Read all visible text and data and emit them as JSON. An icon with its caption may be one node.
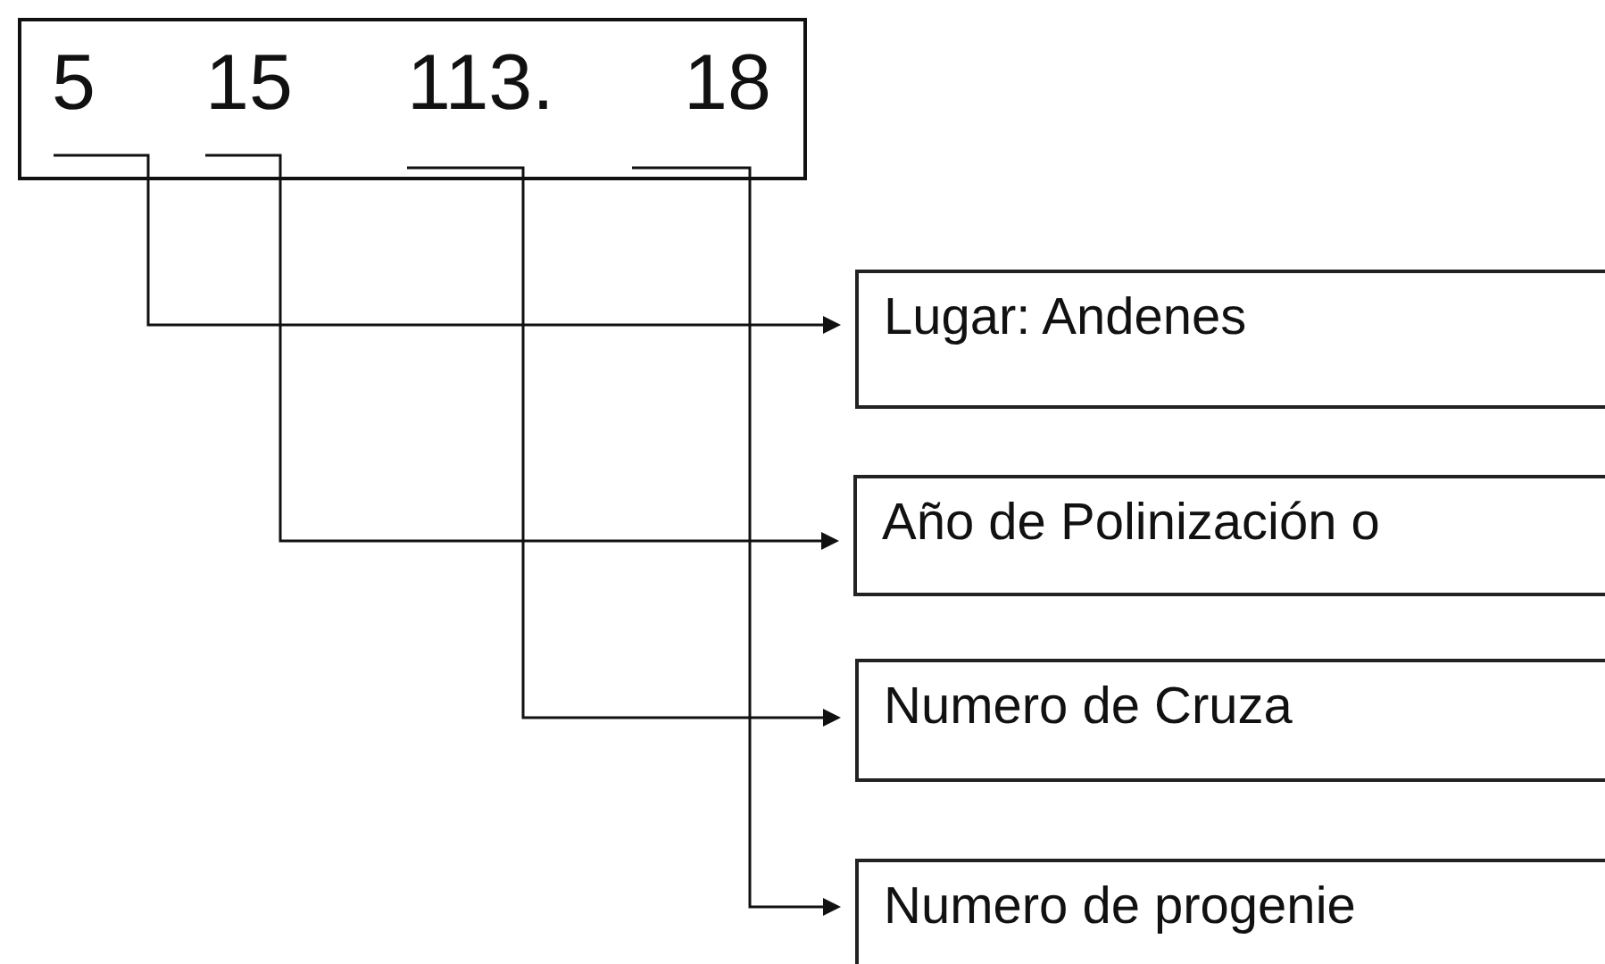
{
  "diagram": {
    "nodes": [
      {
        "text": [],
        "shape": "box"
      },
      {
        "text": [
          "5"
        ],
        "in": 0
      },
      {
        "text": [
          "15"
        ],
        "in": 0
      },
      {
        "text": [
          "113."
        ],
        "in": 0
      },
      {
        "text": [
          "18"
        ],
        "in": 0
      },
      {
        "text": [
          "Lugar: Andenes"
        ]
      },
      {
        "text": [
          "Año de Polinización o"
        ]
      },
      {
        "text": [
          "Numero de Cruza"
        ]
      },
      {
        "text": [
          "Numero de progenie"
        ]
      }
    ],
    "edges": [
      {
        "from": 1,
        "to": 5,
        "arrow": "to"
      },
      {
        "from": 2,
        "to": 6,
        "arrow": "to"
      },
      {
        "from": 3,
        "to": 7,
        "arrow": "to"
      },
      {
        "from": 4,
        "to": 8,
        "arrow": "to"
      }
    ]
  }
}
